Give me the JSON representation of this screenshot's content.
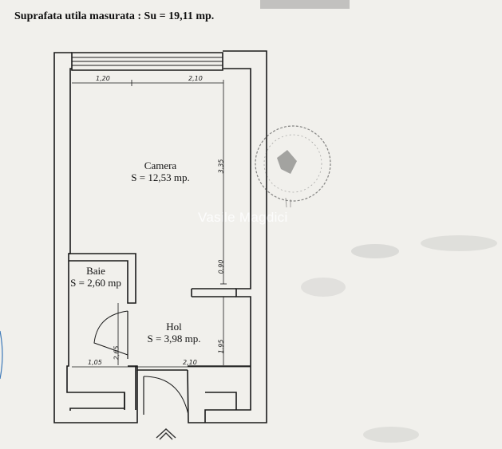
{
  "title": "Suprafata utila masurata : Su = 19,11 mp.",
  "rooms": {
    "camera": {
      "name": "Camera",
      "area": "S = 12,53 mp."
    },
    "baie": {
      "name": "Baie",
      "area": "S = 2,60 mp"
    },
    "hol": {
      "name": "Hol",
      "area": "S = 3,98 mp."
    }
  },
  "dimensions": {
    "top_left": "1,20",
    "top_right": "2,10",
    "right_upper": "3,35",
    "right_mid": "0,90",
    "right_lower": "1,95",
    "bath_height": "2,65",
    "bottom_left": "1,05",
    "bottom_right": "2,10"
  },
  "watermark": "Vasile Magdici",
  "colors": {
    "paper": "#f1f0ec",
    "line": "#1a1a1a"
  },
  "icons": {
    "entrance": "chevron-up-icon",
    "stamp": "official-stamp-icon"
  }
}
